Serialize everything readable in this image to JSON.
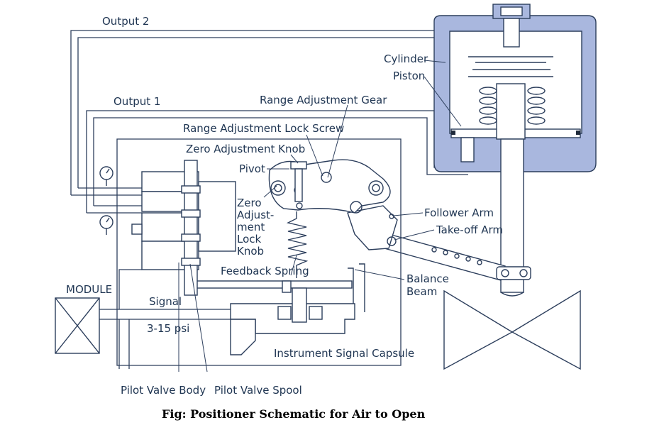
{
  "labels": {
    "output2": "Output 2",
    "output1": "Output 1",
    "cylinder": "Cylinder",
    "piston": "Piston",
    "range_gear": "Range Adjustment Gear",
    "range_lock_screw": "Range Adjustment Lock Screw",
    "zero_knob": "Zero Adjustment Knob",
    "pivot": "Pivot",
    "zero_lock_1": "Zero",
    "zero_lock_2": "Adjust-",
    "zero_lock_3": "ment",
    "zero_lock_4": "Lock",
    "zero_lock_5": "Knob",
    "follower_arm": "Follower Arm",
    "takeoff_arm": "Take-off Arm",
    "feedback_spring": "Feedback Spring",
    "balance_1": "Balance",
    "balance_2": "Beam",
    "module": "MODULE",
    "signal": "Signal",
    "signal_range": "3-15 psi",
    "capsule": "Instrument Signal Capsule",
    "pilot_body": "Pilot Valve Body",
    "pilot_spool": "Pilot Valve Spool"
  },
  "caption": "Fig: Positioner Schematic for Air to Open"
}
